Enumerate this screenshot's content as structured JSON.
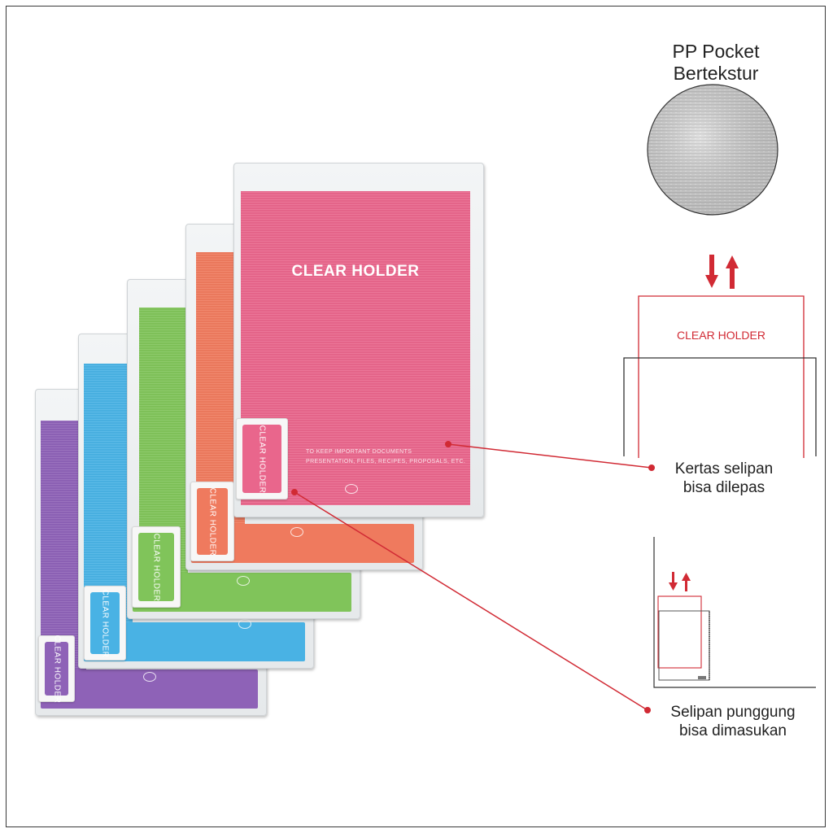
{
  "colors": {
    "purple": "#8e62b7",
    "blue": "#49b2e4",
    "green": "#80c45a",
    "orange": "#ef7a5e",
    "pink": "#e9668c",
    "accent_red": "#d12a34"
  },
  "folders": [
    {
      "color": "purple",
      "spine_label": "CLEAR HOLDER"
    },
    {
      "color": "blue",
      "spine_label": "CLEAR HOLDER"
    },
    {
      "color": "green",
      "spine_label": "CLEAR HOLDER"
    },
    {
      "color": "orange",
      "spine_label": "CLEAR HOLDER"
    },
    {
      "color": "pink",
      "spine_label": "CLEAR HOLDER"
    }
  ],
  "cover": {
    "title": "CLEAR HOLDER",
    "desc_line1": "TO KEEP IMPORTANT DOCUMENTS",
    "desc_line2": "PRESENTATION, FILES, RECIPES, PROPOSALS, ETC."
  },
  "texture": {
    "title_line1": "PP Pocket",
    "title_line2": "Bertekstur"
  },
  "diagram": {
    "insert_label": "CLEAR HOLDER"
  },
  "callouts": {
    "insert_line1": "Kertas selipan",
    "insert_line2": "bisa dilepas",
    "spine_line1": "Selipan punggung",
    "spine_line2": "bisa dimasukan"
  },
  "icons": [
    "arrow-down-icon",
    "arrow-up-icon",
    "brand-logo-icon"
  ]
}
